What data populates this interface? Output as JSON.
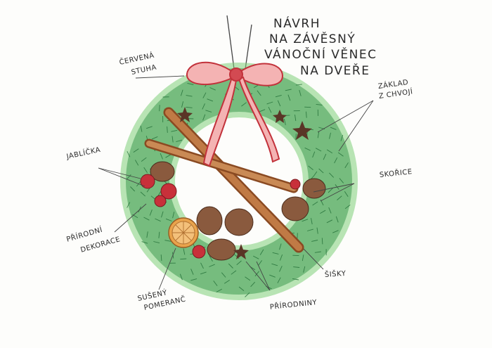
{
  "title": {
    "line1": "NÁVRH",
    "line2": "NA ZÁVĚSNÝ",
    "line3": "VÁNOČNÍ VĚNEC",
    "line4": "NA DVEŘE"
  },
  "labels": {
    "ribbon_line1": "ČERVENÁ",
    "ribbon_line2": "STUHA",
    "base_line1": "ZÁKLAD",
    "base_line2": "Z CHVOJÍ",
    "apples": "JABLÍČKA",
    "cinnamon": "SKOŘICE",
    "natural_deco_line1": "PŘÍRODNÍ",
    "natural_deco_line2": "DEKORACE",
    "dried_orange_line1": "SUŠENÝ",
    "dried_orange_line2": "POMERANČ",
    "natural_materials": "PŘÍRODNINY",
    "cones": "ŠIŠKY"
  },
  "colors": {
    "greenery": "#3f9a52",
    "greenery_dark": "#1f6b34",
    "ribbon": "#d34a52",
    "cinnamon": "#b06a3c",
    "cone": "#8a5a3e",
    "apple": "#c8303a",
    "orange": "#e9a34c",
    "ink": "#2a2a2a"
  }
}
